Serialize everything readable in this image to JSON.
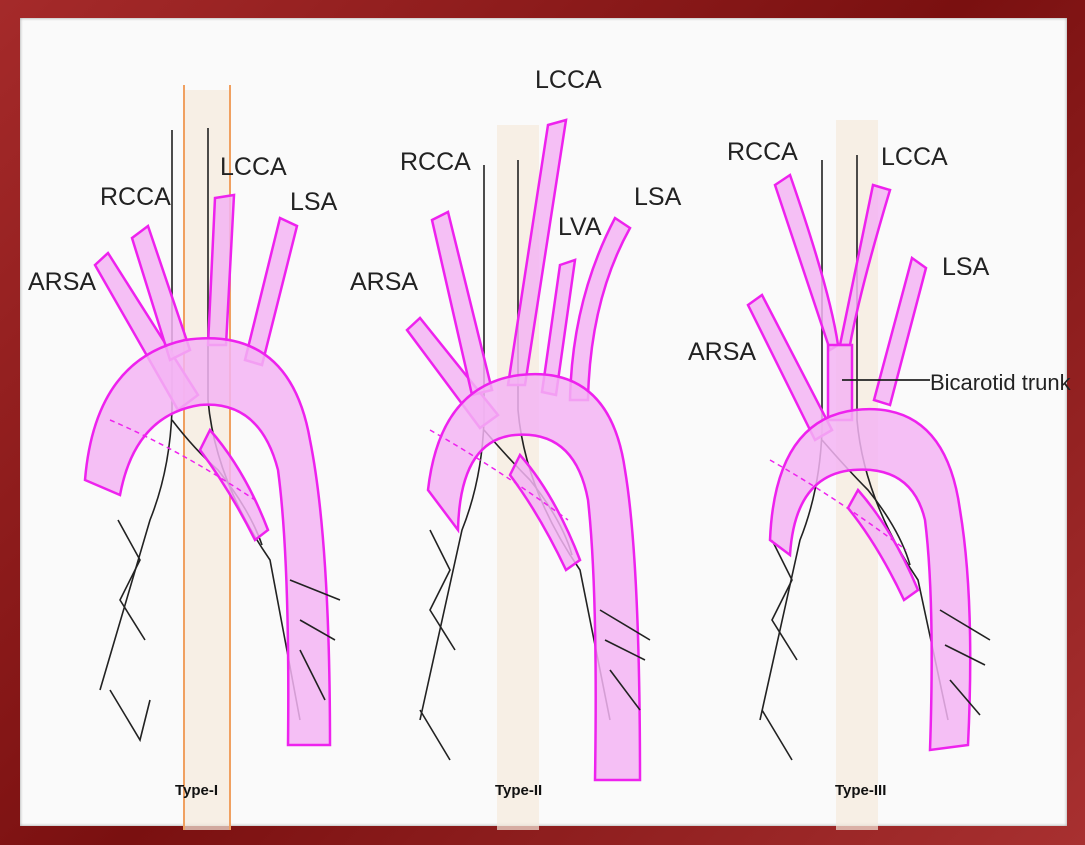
{
  "diagram": {
    "panels": [
      {
        "caption": "Type-I",
        "labels": {
          "rcca": "RCCA",
          "lcca": "LCCA",
          "lsa": "LSA",
          "arsa": "ARSA"
        }
      },
      {
        "caption": "Type-II",
        "labels": {
          "rcca": "RCCA",
          "lcca": "LCCA",
          "lva": "LVA",
          "lsa": "LSA",
          "arsa": "ARSA"
        }
      },
      {
        "caption": "Type-III",
        "labels": {
          "rcca": "RCCA",
          "lcca": "LCCA",
          "lsa": "LSA",
          "arsa": "ARSA",
          "bicarotid": "Bicarotid trunk"
        }
      }
    ],
    "colors": {
      "artery_stroke": "#ee22ee",
      "artery_fill": "#f3b4f3",
      "frame": "#8b1a1a"
    }
  }
}
